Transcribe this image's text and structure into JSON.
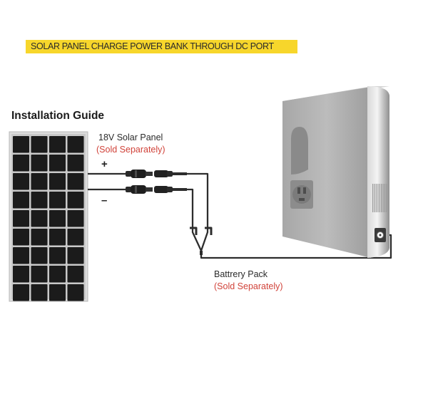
{
  "banner": {
    "text": "SOLAR PANEL CHARGE POWER BANK THROUGH DC PORT",
    "color": "#f7d62b"
  },
  "guide": {
    "title": "Installation Guide"
  },
  "solar_panel": {
    "label": "18V Solar Panel",
    "note": "(Sold Separately)",
    "plus": "+",
    "minus": "–"
  },
  "battery_pack": {
    "label": "Battrery Pack",
    "note": "(Sold Separately)"
  },
  "colors": {
    "note_red": "#d1433a",
    "cable": "#2d2d2d",
    "cell": "#1b1b1b"
  },
  "icons": [
    "solar-panel-icon",
    "connector-icon",
    "y-branch-icon",
    "power-bank-icon"
  ]
}
